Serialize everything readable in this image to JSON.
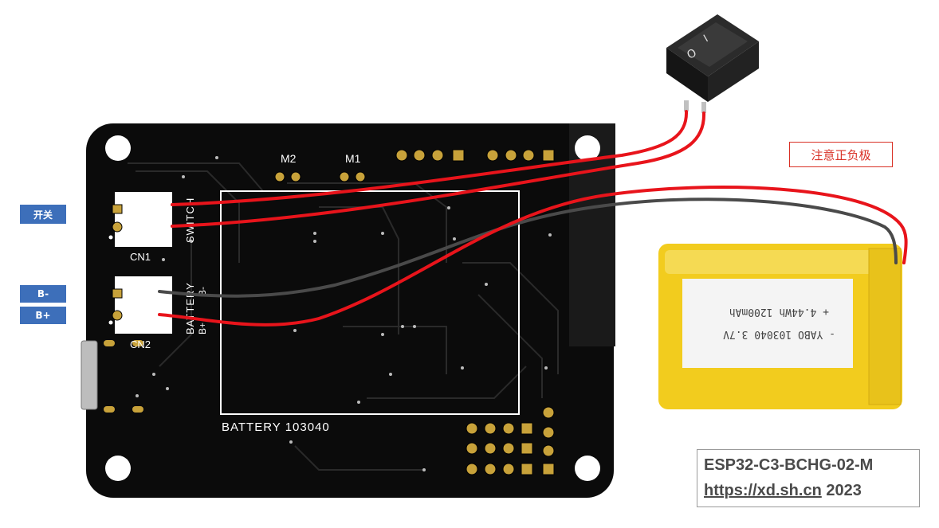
{
  "labels": {
    "switch_cn": "开关",
    "b_minus": "B-",
    "b_plus": "B+",
    "polarity_note": "注意正负极"
  },
  "board": {
    "m2": "M2",
    "m1": "M1",
    "cn1": "CN1",
    "cn2": "CN2",
    "switch_silk": "SWITCH",
    "battery_silk": "BATTERY",
    "bplus_silk": "B+",
    "bminus_silk": "B-",
    "battery_outline_label": "BATTERY  103040"
  },
  "battery": {
    "line1": "+ 4.44Wh 1200mAh",
    "line2": "- YABO 103040 3.7V"
  },
  "switch": {
    "on_mark": "I",
    "off_mark": "O"
  },
  "info": {
    "model": "ESP32-C3-BCHG-02-M",
    "url": "https://xd.sh.cn",
    "year": "2023"
  },
  "colors": {
    "pcb": "#0b0b0b",
    "wire_red": "#e8141b",
    "wire_black": "#4a4a4a",
    "battery_yellow": "#f2cc1e",
    "label_blue": "#3d6fba",
    "pad_gold": "#c8a23a"
  }
}
